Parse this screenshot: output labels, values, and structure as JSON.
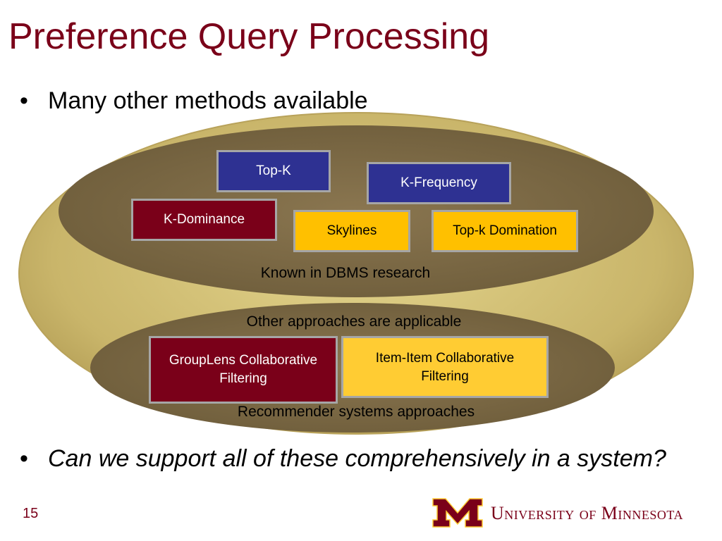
{
  "slide": {
    "title": "Preference Query Processing",
    "bullets": [
      {
        "text": "Many other methods available",
        "style": "normal"
      },
      {
        "text": "Can we support all of these comprehensively in a system?",
        "style": "italic"
      }
    ],
    "page_number": "15"
  },
  "diagram": {
    "known_group": {
      "label": "Known in DBMS research",
      "methods": [
        "Top-K",
        "K-Frequency",
        "K-Dominance",
        "Skylines",
        "Top-k Domination"
      ]
    },
    "bridge_text": "Other approaches are applicable",
    "recommender_group": {
      "label": "Recommender systems approaches",
      "methods": [
        "GroupLens Collaborative Filtering",
        "Item-Item Collaborative Filtering"
      ]
    }
  },
  "logo": {
    "wordmark": "University of Minnesota",
    "emblem": "M"
  },
  "colors": {
    "maroon": "#7a0019",
    "navy": "#2e3192",
    "gold": "#ffc000",
    "outer_ellipse": "#cfbd6b",
    "inner_ellipse": "#7d6a45"
  }
}
